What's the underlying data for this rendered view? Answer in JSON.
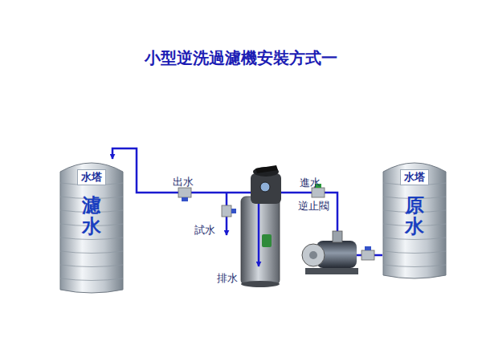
{
  "diagram": {
    "title": "小型逆洗過濾機安裝方式一",
    "nodes": [
      {
        "text": [
          "水塔",
          "濾水"
        ]
      },
      {
        "text": [
          "水塔",
          "原水"
        ]
      }
    ],
    "edges": [
      {
        "from": 1,
        "to": 0,
        "arrow": "to"
      }
    ],
    "labels": [
      "出水",
      "試水",
      "排水",
      "進水",
      "逆止閥"
    ]
  }
}
